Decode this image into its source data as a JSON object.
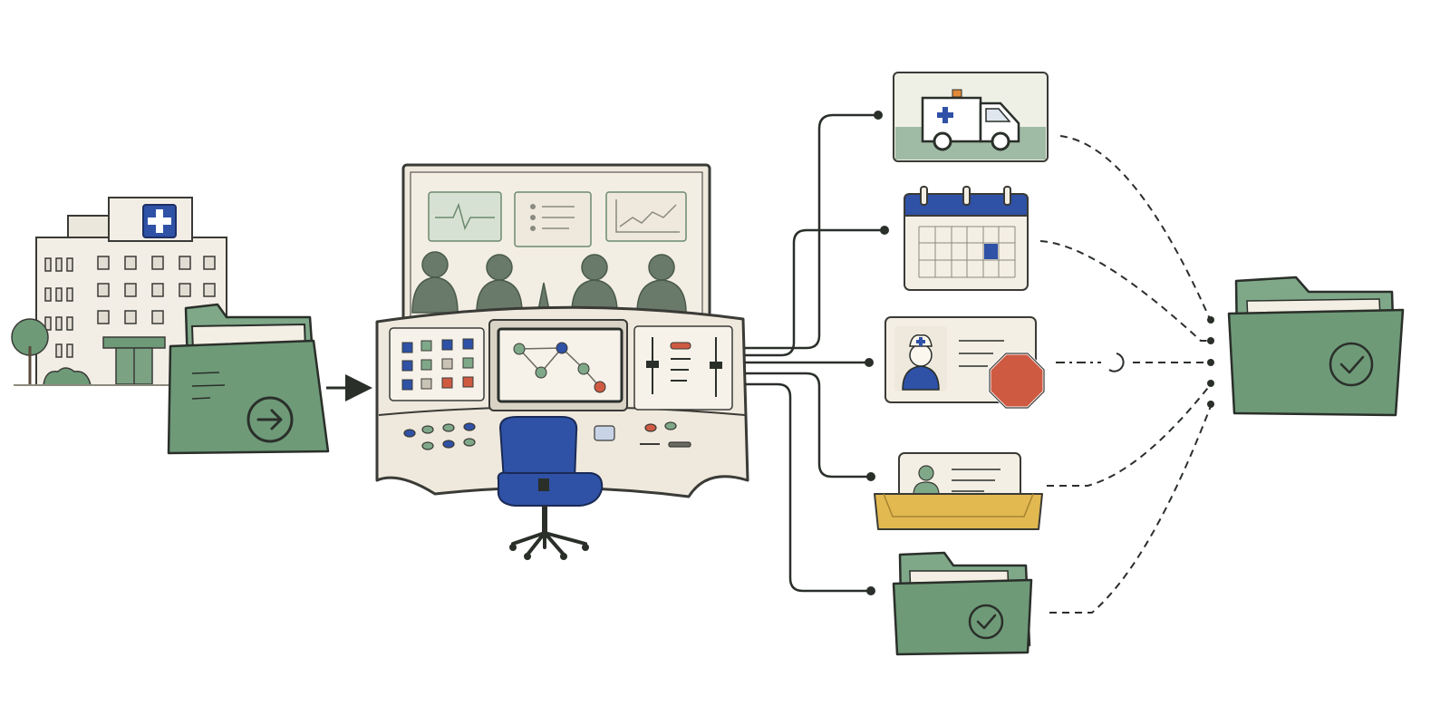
{
  "diagram": {
    "text": [],
    "nodes": [
      {
        "id": "hospital",
        "icon": "hospital-icon"
      },
      {
        "id": "incoming-folder",
        "icon": "folder-arrow-icon"
      },
      {
        "id": "control-room",
        "icon": "control-console-icon"
      },
      {
        "id": "ambulance",
        "icon": "ambulance-icon"
      },
      {
        "id": "calendar",
        "icon": "calendar-icon"
      },
      {
        "id": "nurse-badge",
        "icon": "nurse-stop-icon"
      },
      {
        "id": "id-card-tray",
        "icon": "id-card-tray-icon"
      },
      {
        "id": "approved-folder",
        "icon": "folder-check-icon"
      },
      {
        "id": "final-folder",
        "icon": "folder-check-icon"
      }
    ],
    "edges": [
      {
        "from": "incoming-folder",
        "to": "control-room",
        "style": "solid-arrow"
      },
      {
        "from": "control-room",
        "to": "ambulance",
        "style": "solid"
      },
      {
        "from": "control-room",
        "to": "calendar",
        "style": "solid"
      },
      {
        "from": "control-room",
        "to": "nurse-badge",
        "style": "solid"
      },
      {
        "from": "control-room",
        "to": "id-card-tray",
        "style": "solid"
      },
      {
        "from": "control-room",
        "to": "approved-folder",
        "style": "solid"
      },
      {
        "from": "ambulance",
        "to": "final-folder",
        "style": "dashed"
      },
      {
        "from": "calendar",
        "to": "final-folder",
        "style": "dashed"
      },
      {
        "from": "nurse-badge",
        "to": "final-folder",
        "style": "dash-dot"
      },
      {
        "from": "id-card-tray",
        "to": "final-folder",
        "style": "dashed"
      },
      {
        "from": "approved-folder",
        "to": "final-folder",
        "style": "dashed"
      }
    ]
  },
  "colors": {
    "folder_green": "#6e9a78",
    "dark_stroke": "#2a2f2a",
    "accent_blue": "#2f51a6",
    "stop_red": "#cf5a42",
    "tray_yellow": "#e2b851",
    "panel_beige": "#efe9dd"
  }
}
